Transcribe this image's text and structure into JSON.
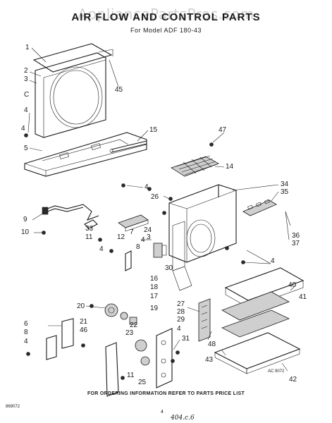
{
  "watermark": "AppliancePartsPros.com",
  "title": "AIR FLOW AND CONTROL PARTS",
  "subtitle": "For Model ADF 180-43",
  "callouts": [
    "1",
    "2",
    "3",
    "C",
    "4",
    "4",
    "5",
    "45",
    "15",
    "47",
    "14",
    "4",
    "26",
    "34",
    "35",
    "9",
    "10",
    "33",
    "11",
    "7",
    "24",
    "12",
    "8",
    "4",
    "4",
    "3",
    "36",
    "37",
    "30",
    "4",
    "40",
    "41",
    "16",
    "18",
    "17",
    "19",
    "20",
    "22",
    "21",
    "46",
    "27",
    "28",
    "29",
    "4",
    "6",
    "8",
    "4",
    "23",
    "31",
    "48",
    "43",
    "42",
    "11",
    "25"
  ],
  "diagram_code": "AC 9072",
  "footer_note": "FOR ORDERING INFORMATION REFER TO PARTS PRICE LIST",
  "doc_code": "869072",
  "page_number": "4",
  "handwritten_note": "404.c.6"
}
